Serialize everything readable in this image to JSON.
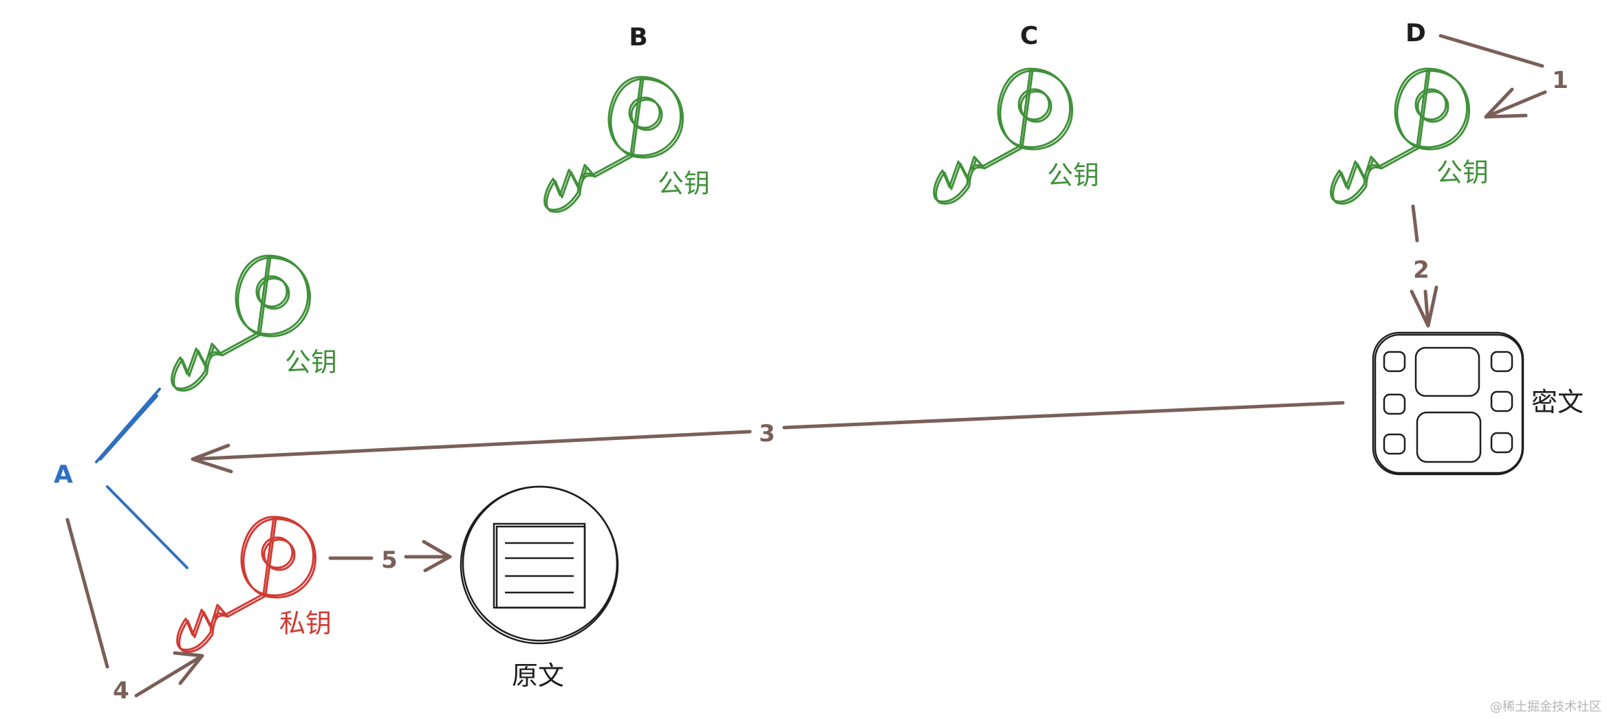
{
  "colors": {
    "public_key": "#40913a",
    "private_key": "#d13b35",
    "arrow": "#7a5f58",
    "node_a": "#2f6fc0",
    "outline": "#1e1e1e",
    "watermark": "#b5b5b5"
  },
  "icons": {
    "key": "key-icon",
    "ciphertext": "film-icon",
    "plaintext": "document-icon"
  },
  "nodes": {
    "a": "A",
    "b": "B",
    "c": "C",
    "d": "D"
  },
  "keys": {
    "b_public": "公钥",
    "c_public": "公钥",
    "d_public": "公钥",
    "a_public": "公钥",
    "a_private": "私钥"
  },
  "ciphertext": {
    "label": "密文"
  },
  "plaintext": {
    "label": "原文"
  },
  "steps": [
    "1",
    "2",
    "3",
    "4",
    "5"
  ],
  "watermark": "@稀土掘金技术社区"
}
